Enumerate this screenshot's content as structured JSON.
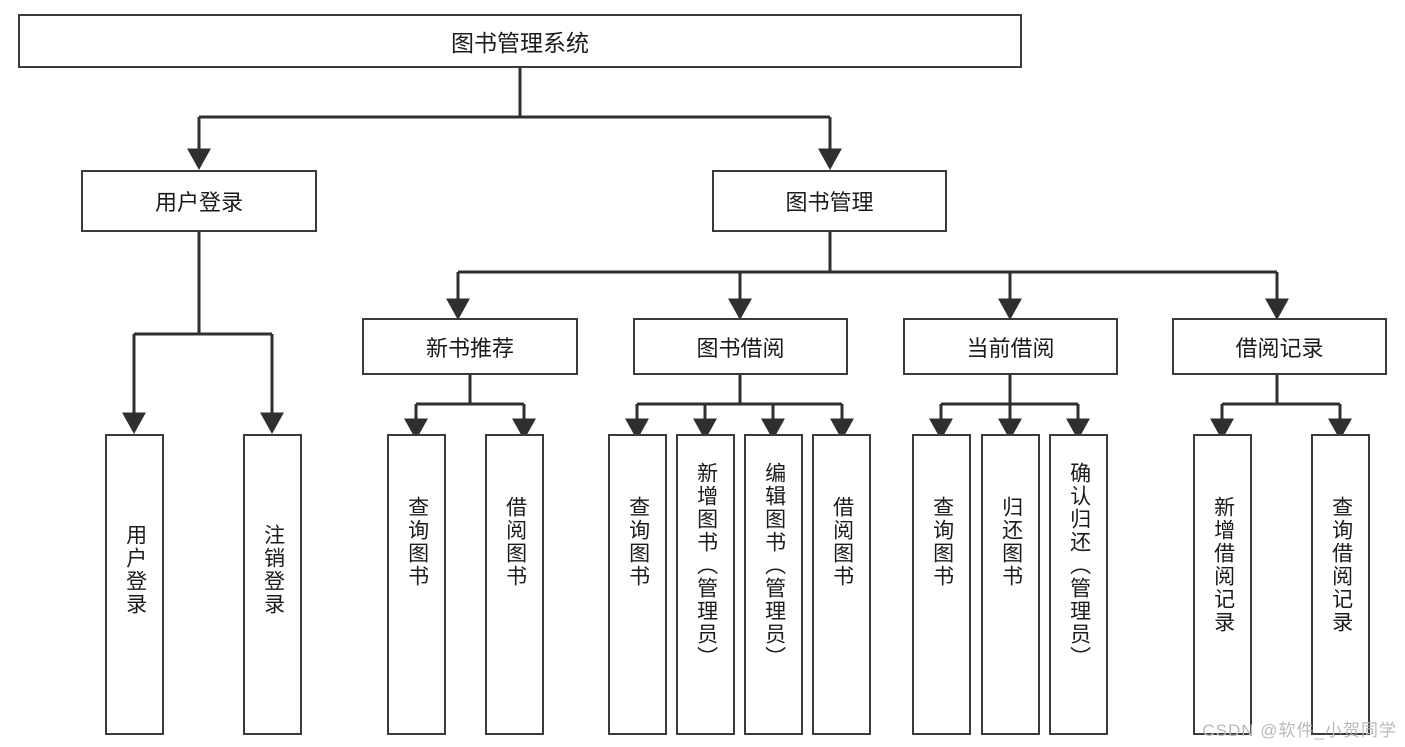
{
  "diagram": {
    "type": "tree-hierarchy-chart",
    "root": {
      "label": "图书管理系统"
    },
    "level2": [
      {
        "label": "用户登录"
      },
      {
        "label": "图书管理"
      }
    ],
    "level3": [
      {
        "label": "新书推荐"
      },
      {
        "label": "图书借阅"
      },
      {
        "label": "当前借阅"
      },
      {
        "label": "借阅记录"
      }
    ],
    "leaves": {
      "user_login": [
        {
          "label": "用户登录"
        },
        {
          "label": "注销登录"
        }
      ],
      "new_book_recommend": [
        {
          "label": "查询图书"
        },
        {
          "label": "借阅图书"
        }
      ],
      "book_borrow": [
        {
          "label": "查询图书"
        },
        {
          "label": "新增图书（管理员）"
        },
        {
          "label": "编辑图书（管理员）"
        },
        {
          "label": "借阅图书"
        }
      ],
      "current_borrow": [
        {
          "label": "查询图书"
        },
        {
          "label": "归还图书"
        },
        {
          "label": "确认归还（管理员）"
        }
      ],
      "borrow_record": [
        {
          "label": "新增借阅记录"
        },
        {
          "label": "查询借阅记录"
        }
      ]
    }
  },
  "watermark": {
    "text": "CSDN @软件_小贺同学"
  },
  "colors": {
    "stroke": "#3a3a3a",
    "text": "#1b1b1b",
    "background": "#ffffff",
    "watermark": "#b9b9b9"
  }
}
